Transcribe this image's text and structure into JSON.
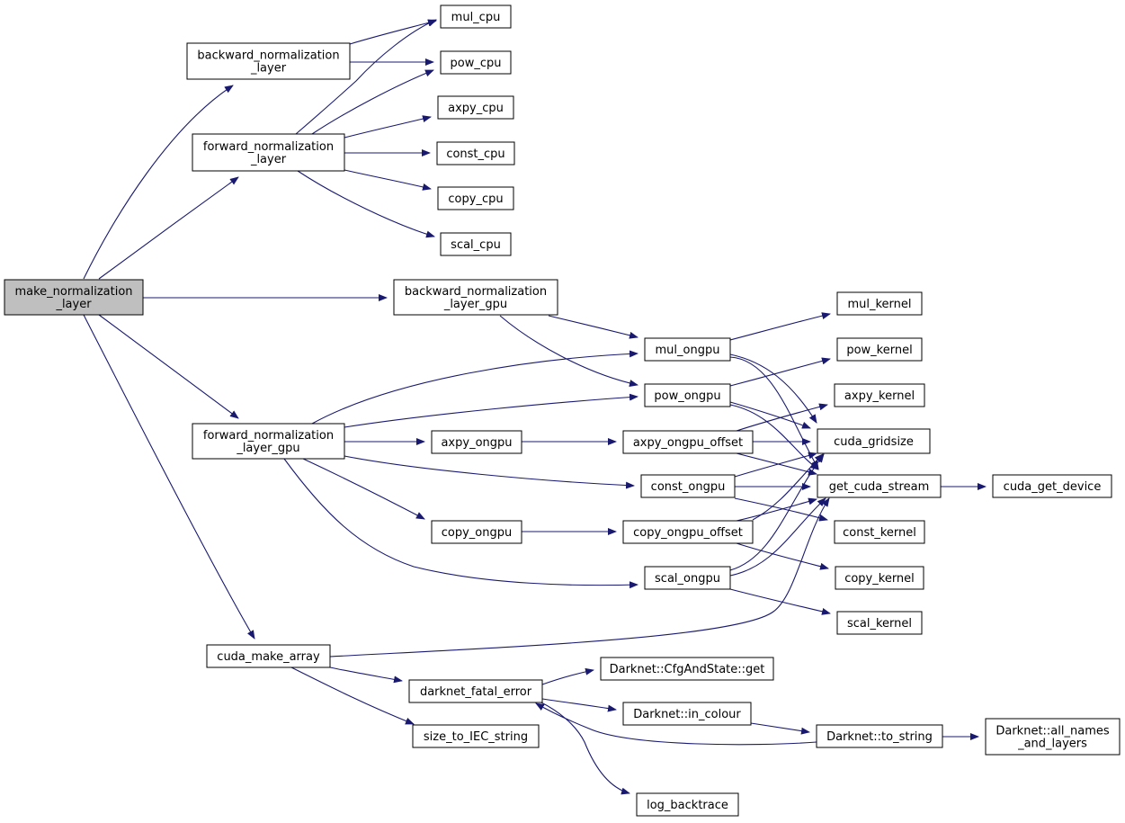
{
  "graph": {
    "root": "make_normalization_layer",
    "nodes": [
      {
        "id": "make_normalization_layer",
        "lines": [
          "make_normalization",
          "_layer"
        ],
        "root": true
      },
      {
        "id": "backward_normalization_layer",
        "lines": [
          "backward_normalization",
          "_layer"
        ]
      },
      {
        "id": "forward_normalization_layer",
        "lines": [
          "forward_normalization",
          "_layer"
        ]
      },
      {
        "id": "backward_normalization_layer_gpu",
        "lines": [
          "backward_normalization",
          "_layer_gpu"
        ]
      },
      {
        "id": "forward_normalization_layer_gpu",
        "lines": [
          "forward_normalization",
          "_layer_gpu"
        ]
      },
      {
        "id": "cuda_make_array",
        "lines": [
          "cuda_make_array"
        ]
      },
      {
        "id": "mul_cpu",
        "lines": [
          "mul_cpu"
        ]
      },
      {
        "id": "pow_cpu",
        "lines": [
          "pow_cpu"
        ]
      },
      {
        "id": "axpy_cpu",
        "lines": [
          "axpy_cpu"
        ]
      },
      {
        "id": "const_cpu",
        "lines": [
          "const_cpu"
        ]
      },
      {
        "id": "copy_cpu",
        "lines": [
          "copy_cpu"
        ]
      },
      {
        "id": "scal_cpu",
        "lines": [
          "scal_cpu"
        ]
      },
      {
        "id": "axpy_ongpu",
        "lines": [
          "axpy_ongpu"
        ]
      },
      {
        "id": "copy_ongpu",
        "lines": [
          "copy_ongpu"
        ]
      },
      {
        "id": "mul_ongpu",
        "lines": [
          "mul_ongpu"
        ]
      },
      {
        "id": "pow_ongpu",
        "lines": [
          "pow_ongpu"
        ]
      },
      {
        "id": "axpy_ongpu_offset",
        "lines": [
          "axpy_ongpu_offset"
        ]
      },
      {
        "id": "const_ongpu",
        "lines": [
          "const_ongpu"
        ]
      },
      {
        "id": "copy_ongpu_offset",
        "lines": [
          "copy_ongpu_offset"
        ]
      },
      {
        "id": "scal_ongpu",
        "lines": [
          "scal_ongpu"
        ]
      },
      {
        "id": "mul_kernel",
        "lines": [
          "mul_kernel"
        ]
      },
      {
        "id": "pow_kernel",
        "lines": [
          "pow_kernel"
        ]
      },
      {
        "id": "axpy_kernel",
        "lines": [
          "axpy_kernel"
        ]
      },
      {
        "id": "cuda_gridsize",
        "lines": [
          "cuda_gridsize"
        ]
      },
      {
        "id": "get_cuda_stream",
        "lines": [
          "get_cuda_stream"
        ]
      },
      {
        "id": "const_kernel",
        "lines": [
          "const_kernel"
        ]
      },
      {
        "id": "copy_kernel",
        "lines": [
          "copy_kernel"
        ]
      },
      {
        "id": "scal_kernel",
        "lines": [
          "scal_kernel"
        ]
      },
      {
        "id": "cuda_get_device",
        "lines": [
          "cuda_get_device"
        ]
      },
      {
        "id": "darknet_fatal_error",
        "lines": [
          "darknet_fatal_error"
        ]
      },
      {
        "id": "size_to_IEC_string",
        "lines": [
          "size_to_IEC_string"
        ]
      },
      {
        "id": "cfg_get",
        "lines": [
          "Darknet::CfgAndState::get"
        ]
      },
      {
        "id": "in_colour",
        "lines": [
          "Darknet::in_colour"
        ]
      },
      {
        "id": "log_backtrace",
        "lines": [
          "log_backtrace"
        ]
      },
      {
        "id": "to_string",
        "lines": [
          "Darknet::to_string"
        ]
      },
      {
        "id": "all_names_and_layers",
        "lines": [
          "Darknet::all_names",
          "_and_layers"
        ]
      }
    ],
    "edges": [
      [
        "make_normalization_layer",
        "backward_normalization_layer"
      ],
      [
        "make_normalization_layer",
        "forward_normalization_layer"
      ],
      [
        "make_normalization_layer",
        "backward_normalization_layer_gpu"
      ],
      [
        "make_normalization_layer",
        "forward_normalization_layer_gpu"
      ],
      [
        "make_normalization_layer",
        "cuda_make_array"
      ],
      [
        "backward_normalization_layer",
        "mul_cpu"
      ],
      [
        "backward_normalization_layer",
        "pow_cpu"
      ],
      [
        "forward_normalization_layer",
        "mul_cpu"
      ],
      [
        "forward_normalization_layer",
        "pow_cpu"
      ],
      [
        "forward_normalization_layer",
        "axpy_cpu"
      ],
      [
        "forward_normalization_layer",
        "const_cpu"
      ],
      [
        "forward_normalization_layer",
        "copy_cpu"
      ],
      [
        "forward_normalization_layer",
        "scal_cpu"
      ],
      [
        "backward_normalization_layer_gpu",
        "mul_ongpu"
      ],
      [
        "backward_normalization_layer_gpu",
        "pow_ongpu"
      ],
      [
        "forward_normalization_layer_gpu",
        "mul_ongpu"
      ],
      [
        "forward_normalization_layer_gpu",
        "pow_ongpu"
      ],
      [
        "forward_normalization_layer_gpu",
        "axpy_ongpu"
      ],
      [
        "forward_normalization_layer_gpu",
        "const_ongpu"
      ],
      [
        "forward_normalization_layer_gpu",
        "copy_ongpu"
      ],
      [
        "forward_normalization_layer_gpu",
        "scal_ongpu"
      ],
      [
        "axpy_ongpu",
        "axpy_ongpu_offset"
      ],
      [
        "copy_ongpu",
        "copy_ongpu_offset"
      ],
      [
        "mul_ongpu",
        "mul_kernel"
      ],
      [
        "mul_ongpu",
        "cuda_gridsize"
      ],
      [
        "mul_ongpu",
        "get_cuda_stream"
      ],
      [
        "pow_ongpu",
        "pow_kernel"
      ],
      [
        "pow_ongpu",
        "cuda_gridsize"
      ],
      [
        "pow_ongpu",
        "get_cuda_stream"
      ],
      [
        "axpy_ongpu_offset",
        "axpy_kernel"
      ],
      [
        "axpy_ongpu_offset",
        "cuda_gridsize"
      ],
      [
        "axpy_ongpu_offset",
        "get_cuda_stream"
      ],
      [
        "const_ongpu",
        "cuda_gridsize"
      ],
      [
        "const_ongpu",
        "get_cuda_stream"
      ],
      [
        "const_ongpu",
        "const_kernel"
      ],
      [
        "copy_ongpu_offset",
        "cuda_gridsize"
      ],
      [
        "copy_ongpu_offset",
        "get_cuda_stream"
      ],
      [
        "copy_ongpu_offset",
        "copy_kernel"
      ],
      [
        "scal_ongpu",
        "cuda_gridsize"
      ],
      [
        "scal_ongpu",
        "get_cuda_stream"
      ],
      [
        "scal_ongpu",
        "scal_kernel"
      ],
      [
        "get_cuda_stream",
        "cuda_get_device"
      ],
      [
        "cuda_make_array",
        "get_cuda_stream"
      ],
      [
        "cuda_make_array",
        "darknet_fatal_error"
      ],
      [
        "cuda_make_array",
        "size_to_IEC_string"
      ],
      [
        "darknet_fatal_error",
        "cfg_get"
      ],
      [
        "darknet_fatal_error",
        "in_colour"
      ],
      [
        "darknet_fatal_error",
        "log_backtrace"
      ],
      [
        "in_colour",
        "to_string"
      ],
      [
        "to_string",
        "darknet_fatal_error"
      ],
      [
        "to_string",
        "all_names_and_layers"
      ]
    ]
  },
  "colors": {
    "edge": "#191970",
    "root_fill": "#bfbfbf",
    "node_fill": "#ffffff",
    "node_stroke": "#000000"
  }
}
